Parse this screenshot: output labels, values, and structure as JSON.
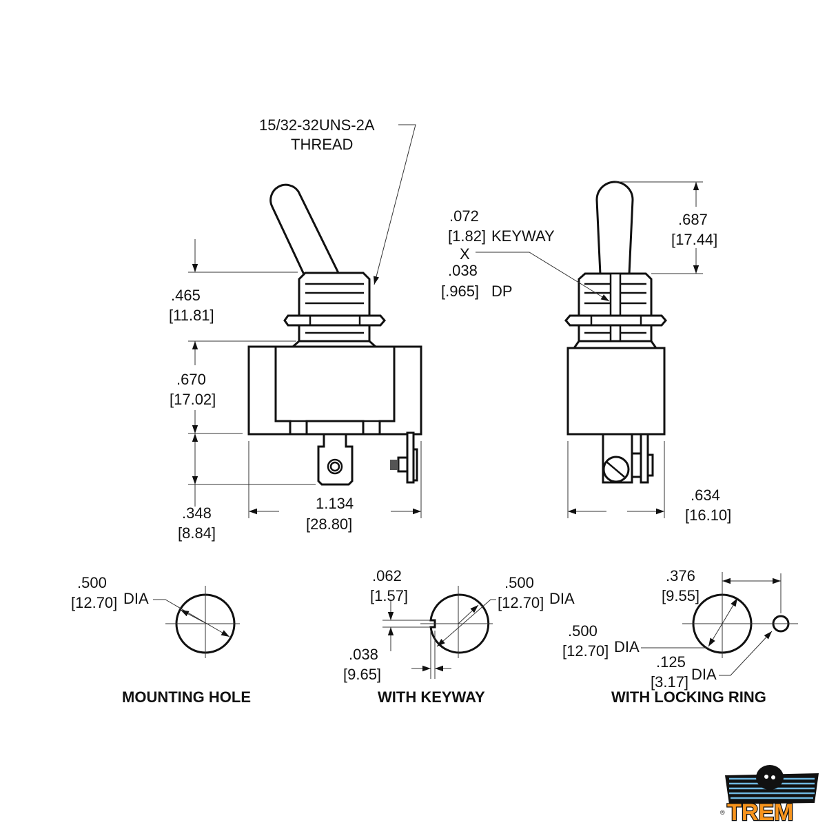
{
  "thread_callout": {
    "spec": "15/32-32UNS-2A",
    "label": "THREAD"
  },
  "side_view": {
    "dim_bushing": {
      "inch": ".465",
      "mm": "[11.81]"
    },
    "dim_body": {
      "inch": ".670",
      "mm": "[17.02]"
    },
    "dim_terminal": {
      "inch": ".348",
      "mm": "[8.84]"
    },
    "dim_width": {
      "inch": "1.134",
      "mm": "[28.80]"
    }
  },
  "end_view": {
    "keyway": {
      "width_inch": ".072",
      "width_mm": "[1.82]",
      "label": "KEYWAY",
      "x": "X",
      "depth_inch": ".038",
      "depth_mm": "[.965]",
      "depth_label": "DP"
    },
    "dim_lever": {
      "inch": ".687",
      "mm": "[17.44]"
    },
    "dim_width": {
      "inch": ".634",
      "mm": "[16.10]"
    }
  },
  "mounting_hole": {
    "title": "MOUNTING HOLE",
    "dia_inch": ".500",
    "dia_mm": "[12.70]",
    "dia_label": "DIA"
  },
  "with_keyway": {
    "title": "WITH KEYWAY",
    "key_w_inch": ".062",
    "key_w_mm": "[1.57]",
    "key_d_inch": ".038",
    "key_d_mm": "[9.65]",
    "dia_inch": ".500",
    "dia_mm": "[12.70]",
    "dia_label": "DIA"
  },
  "with_locking_ring": {
    "title": "WITH LOCKING RING",
    "offset_inch": ".376",
    "offset_mm": "[9.55]",
    "dia_inch": ".500",
    "dia_mm": "[12.70]",
    "dia_label": "DIA",
    "pin_inch": ".125",
    "pin_mm": "[3.17]",
    "pin_label": "DIA"
  },
  "logo": {
    "text": "TREM",
    "registered": "®",
    "colors": {
      "orange": "#f7941d",
      "blue": "#6fb7e0",
      "black": "#111111"
    }
  }
}
